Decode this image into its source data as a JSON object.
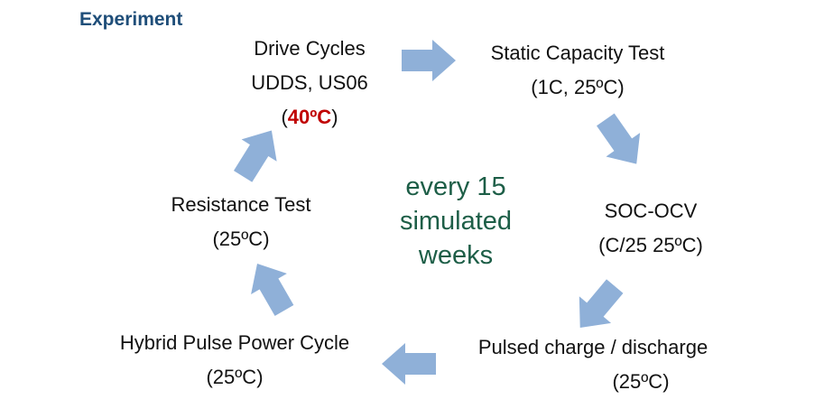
{
  "title": "Experiment",
  "center_text": [
    "every 15",
    "simulated",
    "weeks"
  ],
  "steps": {
    "drive_cycles": {
      "line1": "Drive Cycles",
      "line2": "UDDS, US06",
      "temp_open": "(",
      "temp": "40ºC",
      "temp_close": ")"
    },
    "static_capacity": {
      "line1": "Static Capacity Test",
      "line2": "(1C, 25ºC)"
    },
    "soc_ocv": {
      "line1": "SOC-OCV",
      "line2": "(C/25 25ºC)"
    },
    "pulsed": {
      "line1": "Pulsed charge / discharge",
      "line2": "(25ºC)"
    },
    "hppc": {
      "line1": "Hybrid Pulse Power Cycle",
      "line2": "(25ºC)"
    },
    "resistance": {
      "line1": "Resistance Test",
      "line2": "(25ºC)"
    }
  },
  "colors": {
    "arrow": "#8fb0d8",
    "title": "#1f4e79",
    "center": "#1d5e47",
    "highlight": "#c00000"
  }
}
